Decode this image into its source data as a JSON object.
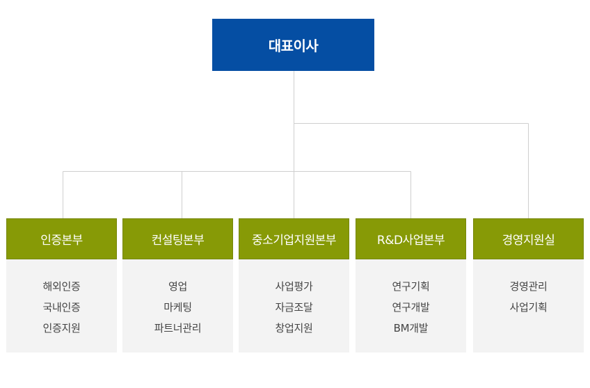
{
  "ceo": {
    "title": "대표이사"
  },
  "divisions": [
    {
      "title": "인증본부",
      "items": [
        "해외인증",
        "국내인증",
        "인증지원"
      ]
    },
    {
      "title": "컨설팅본부",
      "items": [
        "영업",
        "마케팅",
        "파트너관리"
      ]
    },
    {
      "title": "중소기업지원본부",
      "items": [
        "사업평가",
        "자금조달",
        "창업지원"
      ]
    },
    {
      "title": "R&D사업본부",
      "items": [
        "연구기획",
        "연구개발",
        "BM개발"
      ]
    },
    {
      "title": "경영지원실",
      "items": [
        "경영관리",
        "사업기획"
      ]
    }
  ],
  "colors": {
    "ceo_bg": "#054ea3",
    "division_head_bg": "#879a06",
    "division_body_bg": "#f3f3f3",
    "connector": "#cfcfcf"
  }
}
